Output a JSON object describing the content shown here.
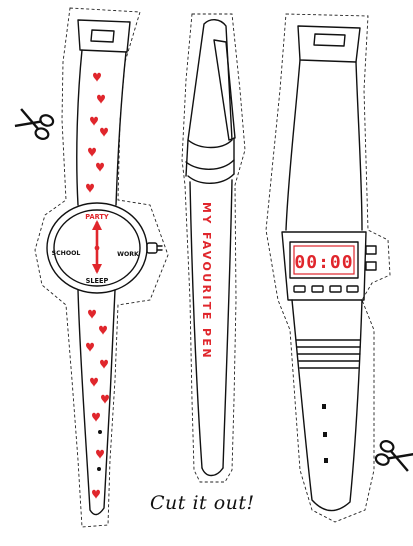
{
  "watch_face": {
    "top": "PARTY",
    "left": "SCHOOL",
    "right": "WORK",
    "bottom": "SLEEP"
  },
  "pen": {
    "label": "MY FAVOURITE PEN"
  },
  "digital_watch": {
    "time": "00:00"
  },
  "caption": "Cut it out!",
  "icons": {
    "scissors": "scissors-icon",
    "heart": "heart-icon"
  },
  "colors": {
    "ink": "#111111",
    "accent": "#e0262c",
    "paper": "#ffffff"
  }
}
